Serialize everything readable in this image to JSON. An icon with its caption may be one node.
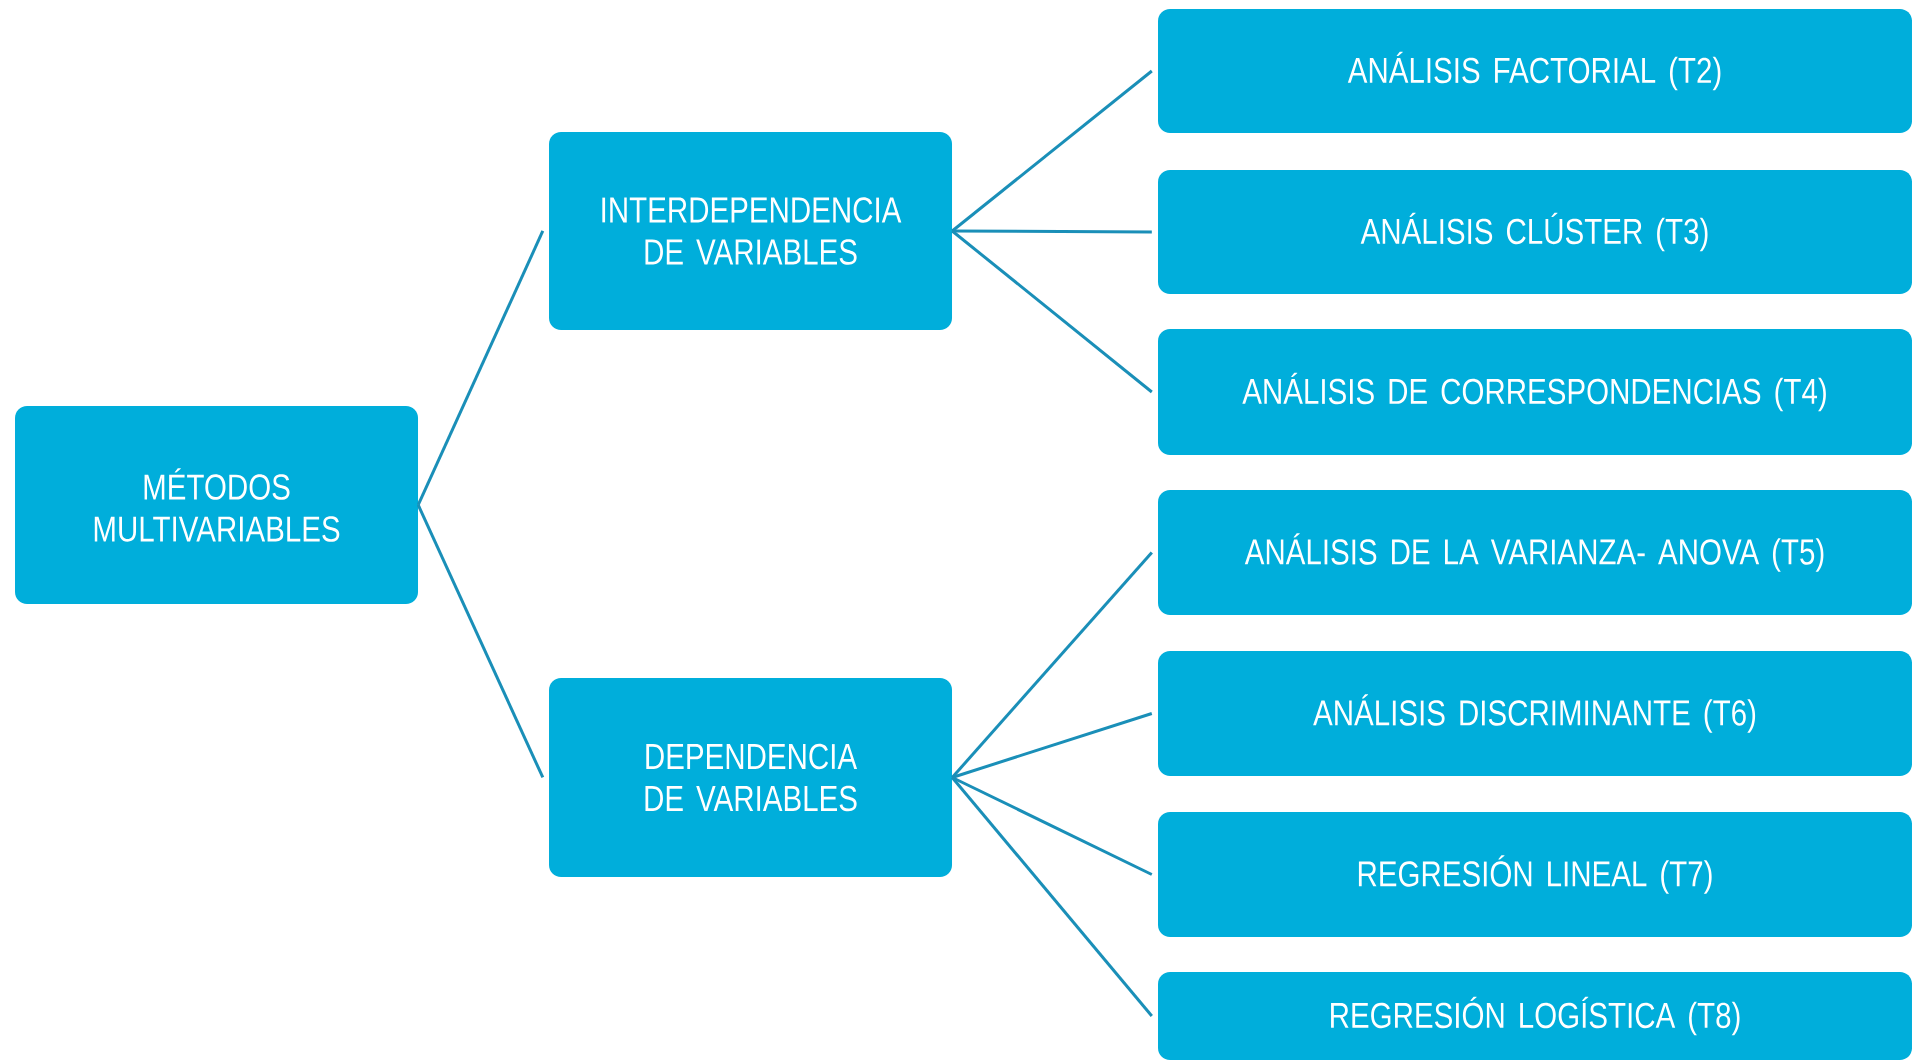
{
  "diagram": {
    "nodes": [
      {
        "text": [
          "MÉTODOS MULTIVARIABLES"
        ]
      },
      {
        "text": [
          "INTERDEPENDENCIA DE VARIABLES"
        ]
      },
      {
        "text": [
          "DEPENDENCIA DE VARIABLES"
        ]
      },
      {
        "text": [
          "ANÁLISIS FACTORIAL (T2)"
        ]
      },
      {
        "text": [
          "ANÁLISIS CLÚSTER (T3)"
        ]
      },
      {
        "text": [
          "ANÁLISIS DE CORRESPONDENCIAS (T4)"
        ]
      },
      {
        "text": [
          "ANÁLISIS DE LA VARIANZA- ANOVA (T5)"
        ]
      },
      {
        "text": [
          "ANÁLISIS DISCRIMINANTE (T6)"
        ]
      },
      {
        "text": [
          "REGRESIÓN LINEAL (T7)"
        ]
      },
      {
        "text": [
          "REGRESIÓN LOGÍSTICA (T8)"
        ]
      }
    ],
    "edges": [
      {
        "from": 0,
        "to": 1,
        "arrow": "none"
      },
      {
        "from": 0,
        "to": 2,
        "arrow": "none"
      },
      {
        "from": 1,
        "to": 3,
        "arrow": "none"
      },
      {
        "from": 1,
        "to": 4,
        "arrow": "none"
      },
      {
        "from": 1,
        "to": 5,
        "arrow": "none"
      },
      {
        "from": 2,
        "to": 6,
        "arrow": "none"
      },
      {
        "from": 2,
        "to": 7,
        "arrow": "none"
      },
      {
        "from": 2,
        "to": 8,
        "arrow": "none"
      },
      {
        "from": 2,
        "to": 9,
        "arrow": "none"
      }
    ]
  }
}
